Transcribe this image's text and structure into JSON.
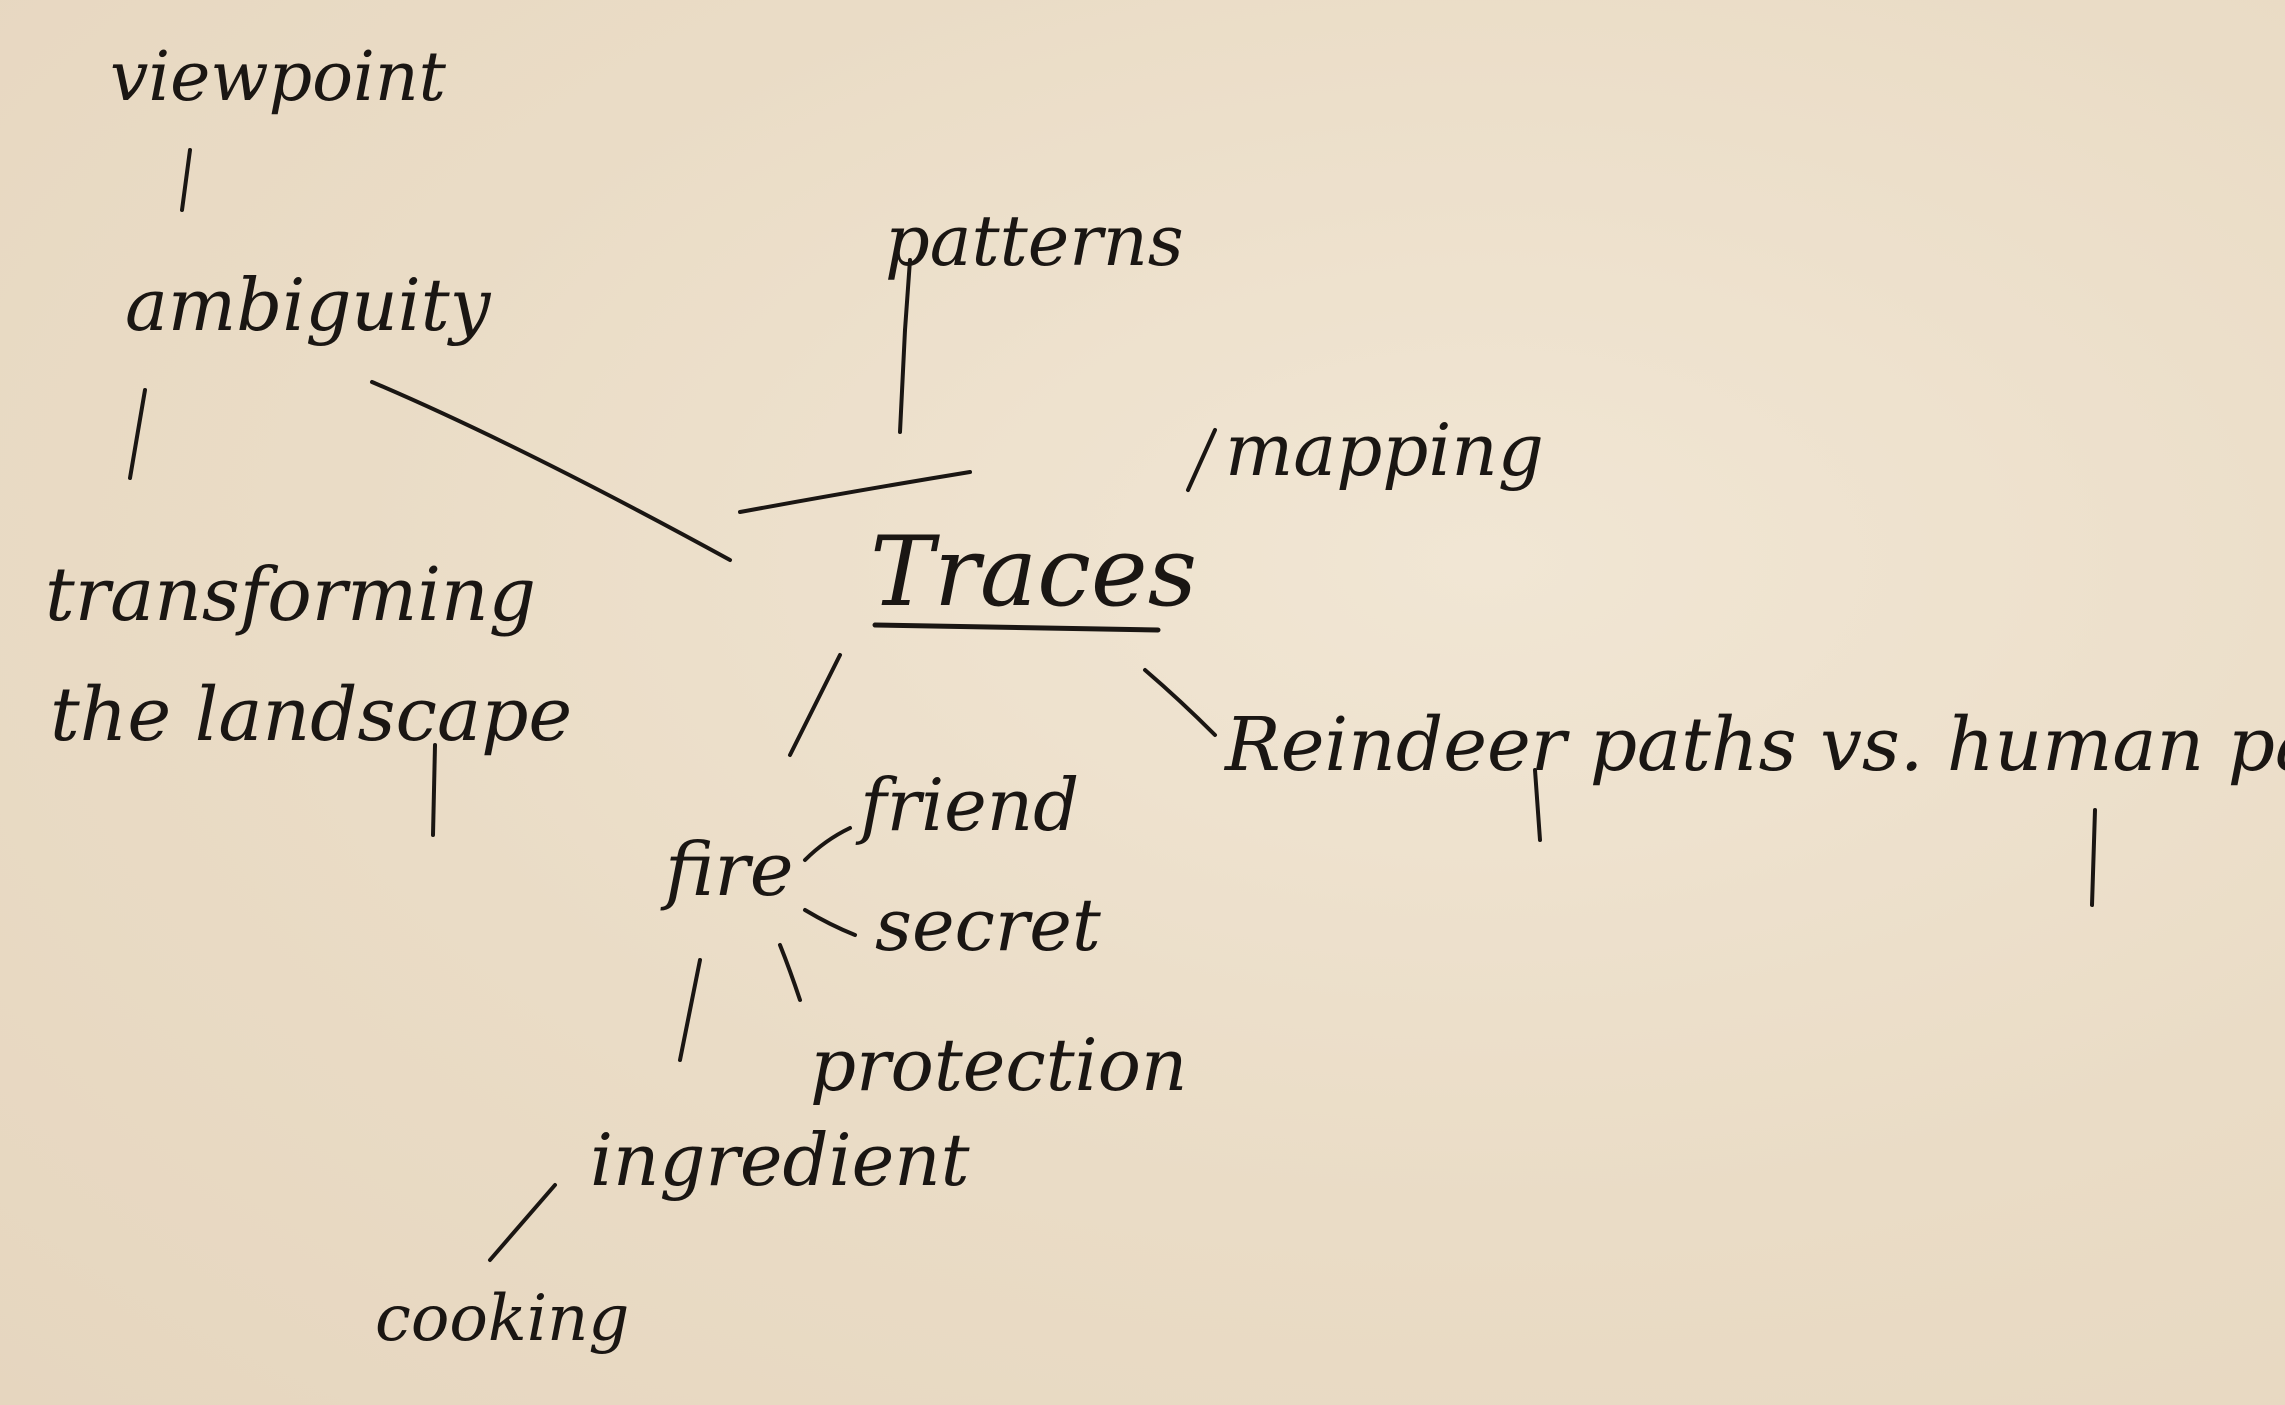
{
  "mindmap": {
    "center": "Traces",
    "branches": {
      "viewpoint": "viewpoint",
      "ambiguity": "ambiguity",
      "transforming_line1": "transforming",
      "transforming_line2": "the landscape",
      "patterns": "patterns",
      "mapping": "mapping",
      "reindeer": "Reindeer paths vs. human paths",
      "fire": "fire",
      "friend": "friend",
      "secret": "secret",
      "protection": "protection",
      "ingredient": "ingredient",
      "cooking": "cooking"
    }
  },
  "colors": {
    "paper": "#ecdfcb",
    "ink": "#1a1613"
  }
}
